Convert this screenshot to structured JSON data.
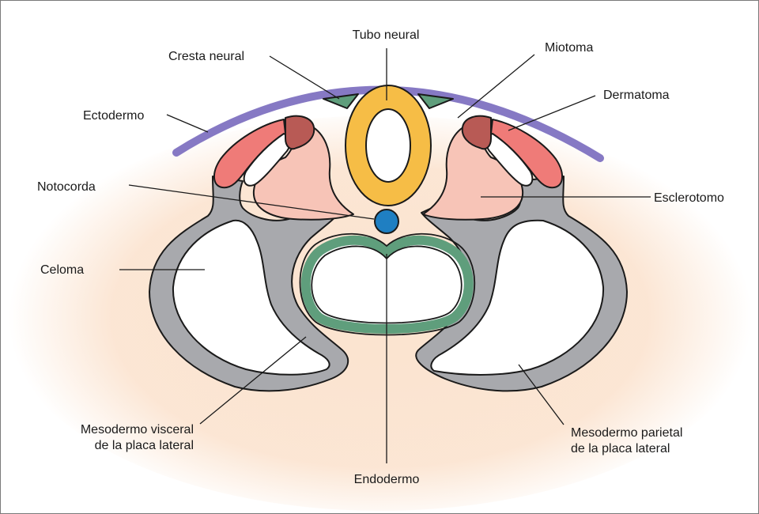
{
  "labels": {
    "tubo_neural": "Tubo neural",
    "cresta_neural": "Cresta neural",
    "miotoma": "Miotoma",
    "dermatoma": "Dermatoma",
    "ectodermo": "Ectodermo",
    "notocorda": "Notocorda",
    "esclerotomo": "Esclerotomo",
    "celoma": "Celoma",
    "mesodermo_visceral_line1": "Mesodermo visceral",
    "mesodermo_visceral_line2": "de la placa lateral",
    "endodermo": "Endodermo",
    "mesodermo_parietal_line1": "Mesodermo parietal",
    "mesodermo_parietal_line2": "de la placa lateral"
  },
  "colors": {
    "background_glow": "#fbe3cf",
    "ectodermo": "#8679c4",
    "tubo_neural": "#f6bd46",
    "cresta_neural": "#5f9e7c",
    "miotoma": "#b85a55",
    "dermatoma": "#ef7b78",
    "esclerotomo": "#f7c4b7",
    "notocorda": "#1f7fc2",
    "mesodermo_placa_lateral": "#a8a9ad",
    "endodermo": "#5f9e7c",
    "outline": "#1a1a1a"
  }
}
